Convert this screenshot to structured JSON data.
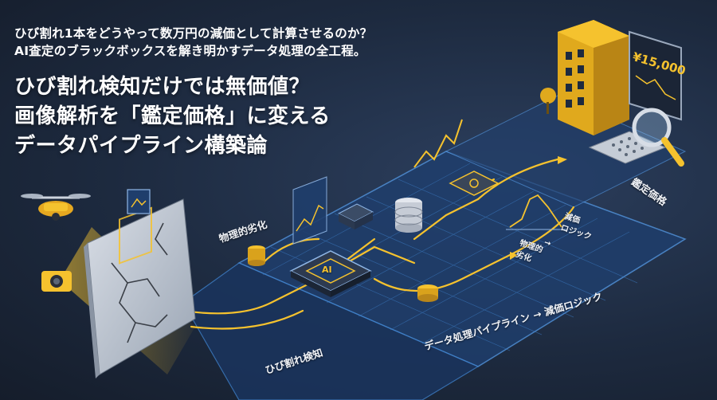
{
  "header": {
    "subtitle_line1": "ひび割れ1本をどうやって数万円の減価として計算させるのか？",
    "subtitle_line2": "AI査定のブラックボックスを解き明かすデータ処理の全工程。",
    "headline_line1": "ひび割れ検知だけでは無価値？",
    "headline_line2": "画像解析を「鑑定価格」に変える",
    "headline_line3": "データパイプライン構築論"
  },
  "labels": {
    "physical_degradation": "物理的劣化",
    "crack_detection": "ひび割れ検知",
    "pipeline_to_logic": "データ処理パイプライン → 減価ロジック",
    "appraisal_price": "鑑定価格",
    "panel_physical": "物理的\n劣化",
    "panel_arrow": "→",
    "panel_depreciation": "減価\nロジック",
    "chip_ai": "AI"
  },
  "price_sign": {
    "text": "¥15,000"
  },
  "colors": {
    "accent_yellow": "#f5c22e",
    "circuit_blue": "#3d7fc9",
    "board_blue": "#1f3e6c",
    "text_white": "#ffffff"
  }
}
